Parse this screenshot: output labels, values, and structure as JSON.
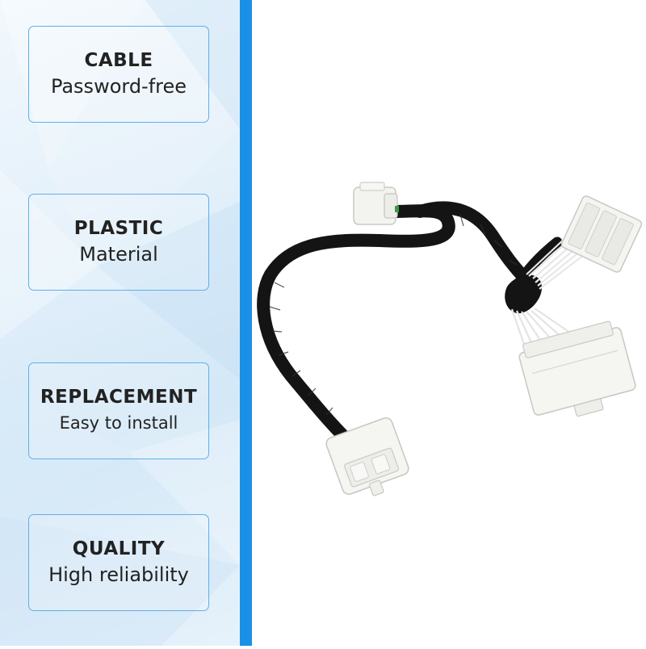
{
  "features": [
    {
      "title": "CABLE",
      "description": "Password-free"
    },
    {
      "title": "PLASTIC",
      "description": "Material"
    },
    {
      "title": "REPLACEMENT",
      "description": "Easy to install"
    },
    {
      "title": "QUALITY",
      "description": "High reliability"
    }
  ],
  "colors": {
    "divider": "#1c8fe6",
    "card_border": "#5fb0ea",
    "panel_background": "#e3f0fa",
    "text": "#222222",
    "cable": "#141414",
    "connector": "#f4f4f1"
  },
  "product": {
    "icon": "obd-cable-harness-image"
  }
}
